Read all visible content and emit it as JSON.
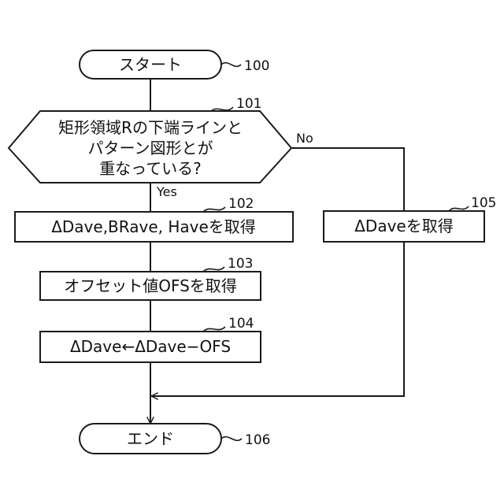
{
  "flowchart": {
    "start": {
      "label": "スタート",
      "ref": "100"
    },
    "decision": {
      "lines": [
        "矩形領域Rの下端ラインと",
        "パターン図形とが",
        "重なっている?"
      ],
      "ref": "101",
      "yes_label": "Yes",
      "no_label": "No"
    },
    "step_102": {
      "label": "ΔDave,BRave, Haveを取得",
      "ref": "102"
    },
    "step_103": {
      "label": "オフセット値OFSを取得",
      "ref": "103"
    },
    "step_104": {
      "label": "ΔDave←ΔDave−OFS",
      "ref": "104"
    },
    "step_105": {
      "label": "ΔDaveを取得",
      "ref": "105"
    },
    "end": {
      "label": "エンド",
      "ref": "106"
    }
  }
}
